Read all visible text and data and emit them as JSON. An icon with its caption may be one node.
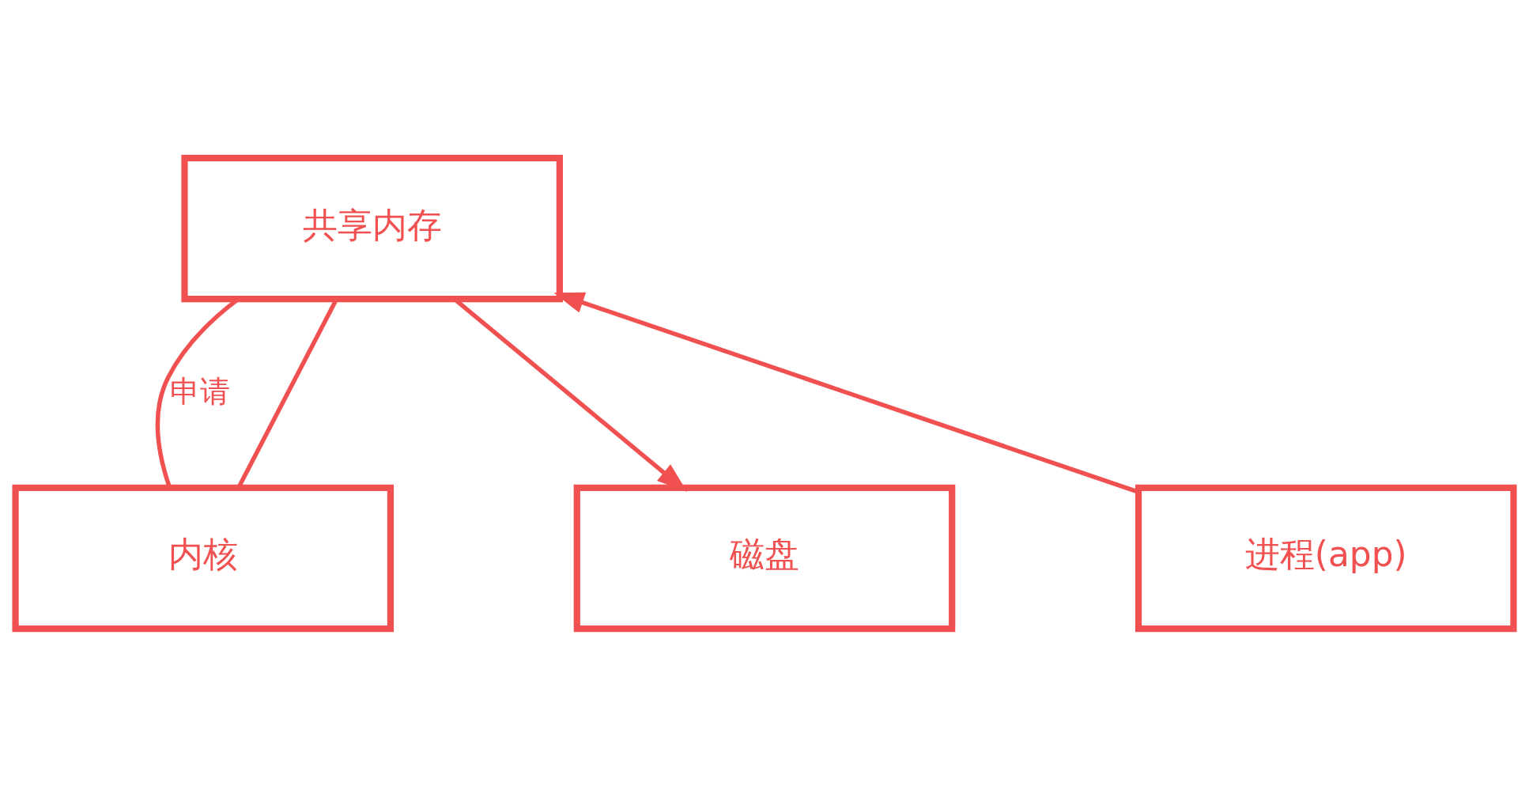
{
  "diagram": {
    "nodes": [
      {
        "text": [
          "共享内存"
        ]
      },
      {
        "text": [
          "进程(app)"
        ]
      },
      {
        "text": [
          "内核"
        ]
      },
      {
        "text": [
          "磁盘"
        ]
      }
    ],
    "edges": [
      {
        "from": 1,
        "to": 0,
        "arrow": "to"
      },
      {
        "from": 0,
        "to": 2,
        "arrow": "none",
        "label": "申请"
      },
      {
        "from": 0,
        "to": 2,
        "arrow": "none"
      },
      {
        "from": 0,
        "to": 3,
        "arrow": "to"
      }
    ]
  }
}
